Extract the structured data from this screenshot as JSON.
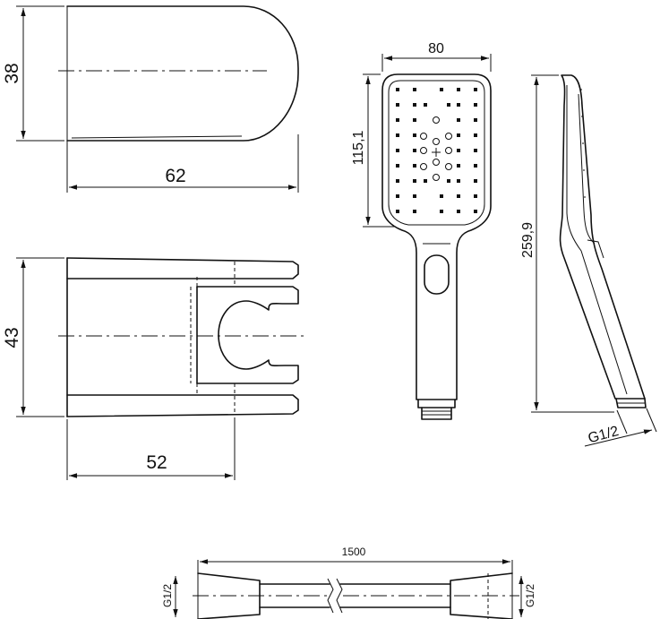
{
  "dimensions": {
    "holder_height_side": "38",
    "holder_length_side": "62",
    "holder_height_front": "43",
    "holder_length_front": "52",
    "head_width": "80",
    "head_height": "115,1",
    "shower_length": "259,9",
    "shower_thread": "G1/2",
    "hose_length": "1500",
    "hose_thread_left": "G1/2",
    "hose_thread_right": "G1/2"
  }
}
